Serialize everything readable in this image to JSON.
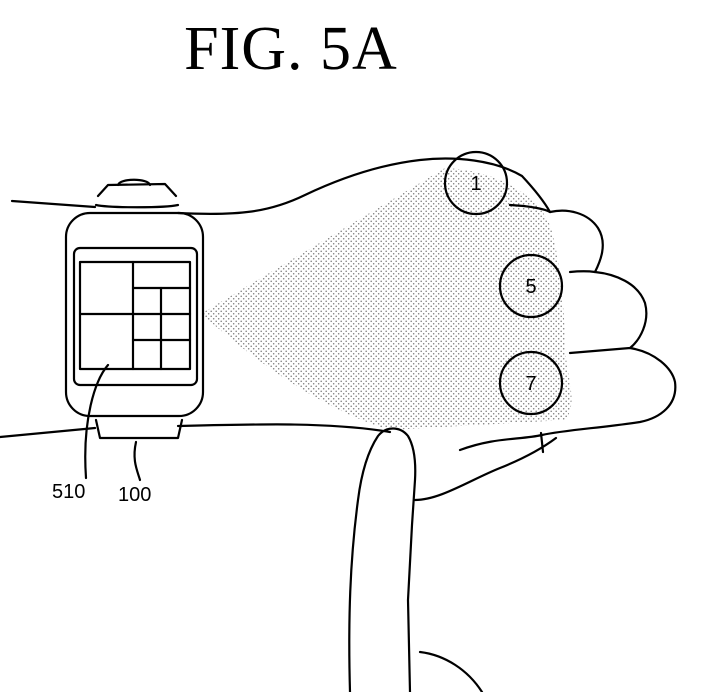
{
  "figure": {
    "title": "FIG. 5A"
  },
  "watch": {
    "screen_ref": "510",
    "device_ref": "100"
  },
  "projection": {
    "markers": [
      {
        "id": "marker-1",
        "label": "1"
      },
      {
        "id": "marker-5",
        "label": "5"
      },
      {
        "id": "marker-7",
        "label": "7"
      }
    ]
  },
  "colors": {
    "line": "#000000",
    "background": "#ffffff",
    "projection_dots": "#7a7a7a"
  },
  "icons": [
    "smartwatch-icon",
    "hand-icon",
    "finger-icon"
  ]
}
